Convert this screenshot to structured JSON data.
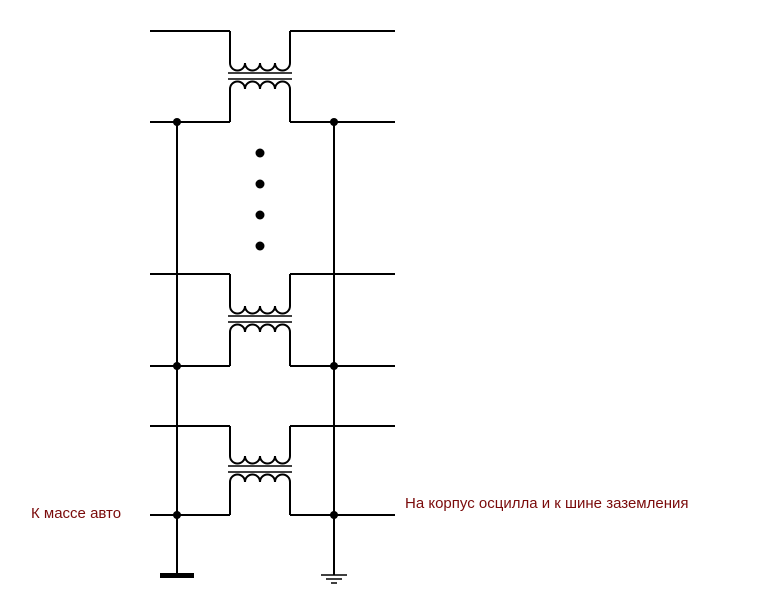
{
  "labels": {
    "left": "К массе авто",
    "right": "На корпус осцилла и к шине заземления"
  },
  "colors": {
    "wire": "#000000",
    "label": "#7a0a0a",
    "background": "#ffffff"
  },
  "transformer_count_shown": 3,
  "continuation_dots": 4,
  "icons": [
    "chassis-ground-icon",
    "earth-ground-icon"
  ]
}
